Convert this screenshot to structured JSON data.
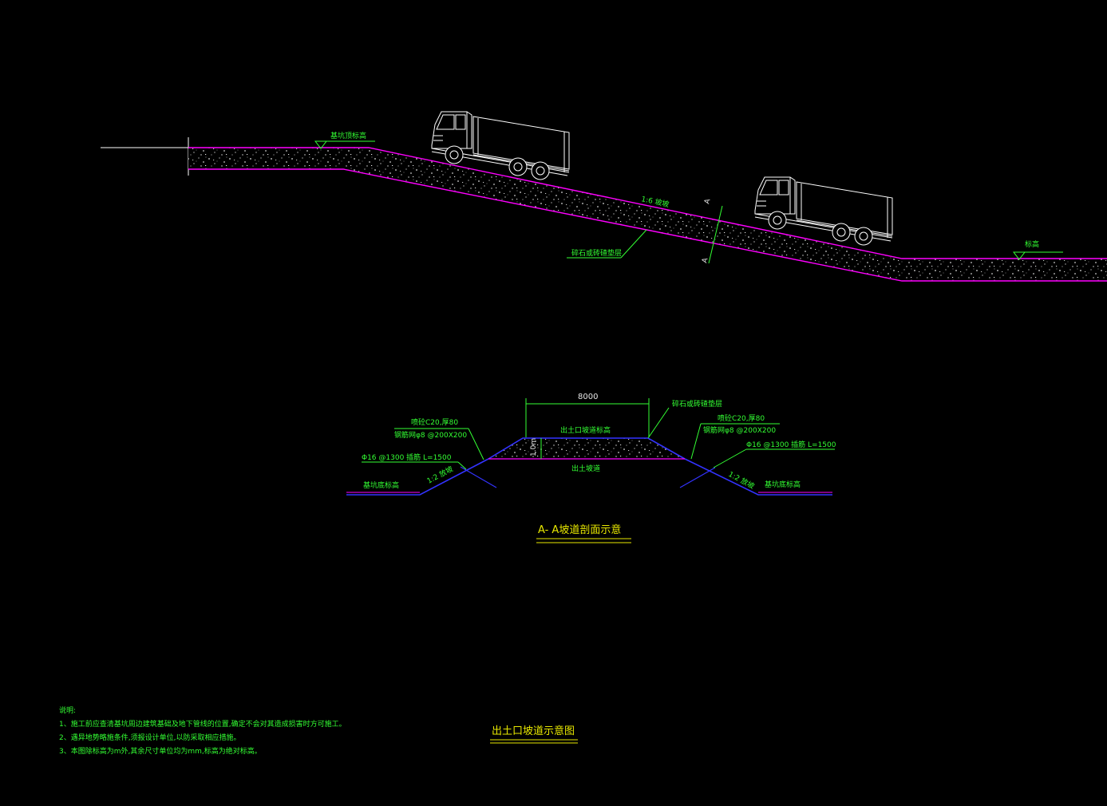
{
  "profile": {
    "top_elevation_label": "基坑顶标高",
    "slope_label": "1:6 坡坡",
    "gravel_label": "碎石或砖碴垫层",
    "bottom_elevation_label": "标高",
    "section_mark": "A"
  },
  "section": {
    "width_dim": "8000",
    "height_dim": "1.0m",
    "gravel_label": "碎石或砖碴垫层",
    "shotcrete_left": "喷砼C20,厚80",
    "mesh_left": "钢筋网φ8 @200X200",
    "anchor_left": "Φ16 @1300 插筋  L=1500",
    "slope_left": "1:2 放坡",
    "pit_bottom_left": "基坑底标高",
    "shotcrete_right": "喷砼C20,厚80",
    "mesh_right": "钢筋网φ8 @200X200",
    "anchor_right": "Φ16 @1300 插筋  L=1500",
    "slope_right": "1:2 放坡",
    "pit_bottom_right": "基坑底标高",
    "top_label": "出土口坡道标高",
    "ramp_label": "出土坡道",
    "title": "A- A坡道剖面示意"
  },
  "main_title": "出土口坡道示意图",
  "notes": {
    "heading": "说明:",
    "items": [
      "1、施工前应查清基坑周边建筑基础及地下管线的位置,确定不会对其造成损害时方可施工。",
      "2、遇异地势略施条件,须报设计单位,以防采取相应措施。",
      "3、本图除标高为m外,其余尺寸单位均为mm,标高为绝对标高。"
    ]
  },
  "colors": {
    "background": "#000000",
    "ramp_edge": "#ff00ff",
    "section_edge": "#3333ff",
    "label": "#33ff33",
    "title": "#e8e800",
    "truck": "#ffffff"
  }
}
